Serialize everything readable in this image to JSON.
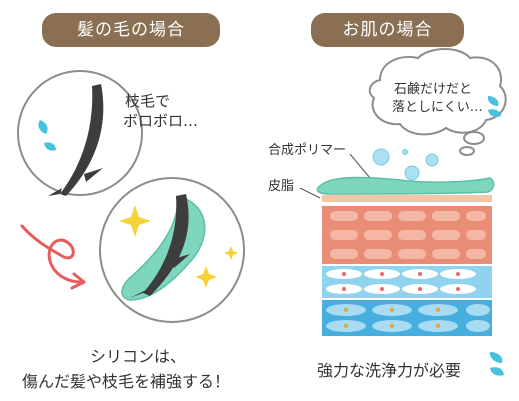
{
  "left_panel": {
    "title": "髪の毛の場合",
    "note_line1": "枝毛で",
    "note_line2": "ボロボロ…",
    "caption_line1": "シリコンは、",
    "caption_line2": "傷んだ髪や枝毛を補強する！"
  },
  "right_panel": {
    "title": "お肌の場合",
    "bubble_line1": "石鹸だけだと",
    "bubble_line2": "落としにくい…",
    "polymer_label": "合成ポリマー",
    "sebum_label": "皮脂",
    "caption": "強力な洗浄力が必要"
  },
  "colors": {
    "title_bg": "#8a6f52",
    "skin_pink": "#e98d77",
    "skin_blue": "#8fd3ef",
    "skin_deep_blue": "#48aee0",
    "polymer_green": "#7fd6bf",
    "spark_yellow": "#f6d23a",
    "drop_blue": "#47c1dc",
    "arrow_red": "#e85b5b"
  },
  "icons": [
    "drop-icon",
    "sparkle-icon",
    "arrow-icon",
    "bubble-icon"
  ]
}
